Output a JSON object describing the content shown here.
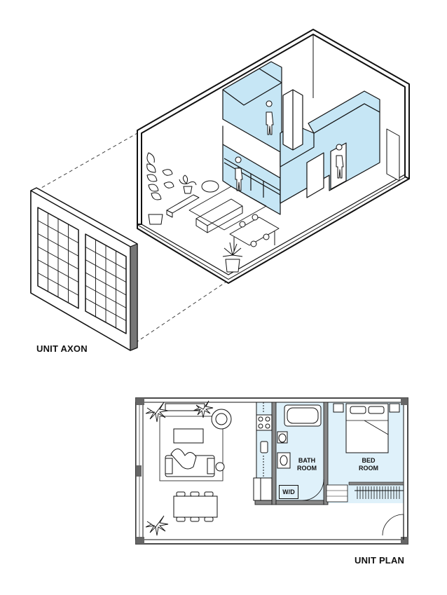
{
  "labels": {
    "axon_title": "UNIT AXON",
    "plan_title": "UNIT PLAN"
  },
  "rooms": {
    "bath_line1": "BATH",
    "bath_line2": "ROOM",
    "bed_line1": "BED",
    "bed_line2": "ROOM",
    "washer_dryer": "W/D"
  },
  "colors": {
    "core_fill": "#c6e6f5",
    "plan_fill": "#dff1fa",
    "line": "#111111",
    "wall": "#4a4a4a",
    "paper": "#ffffff"
  }
}
